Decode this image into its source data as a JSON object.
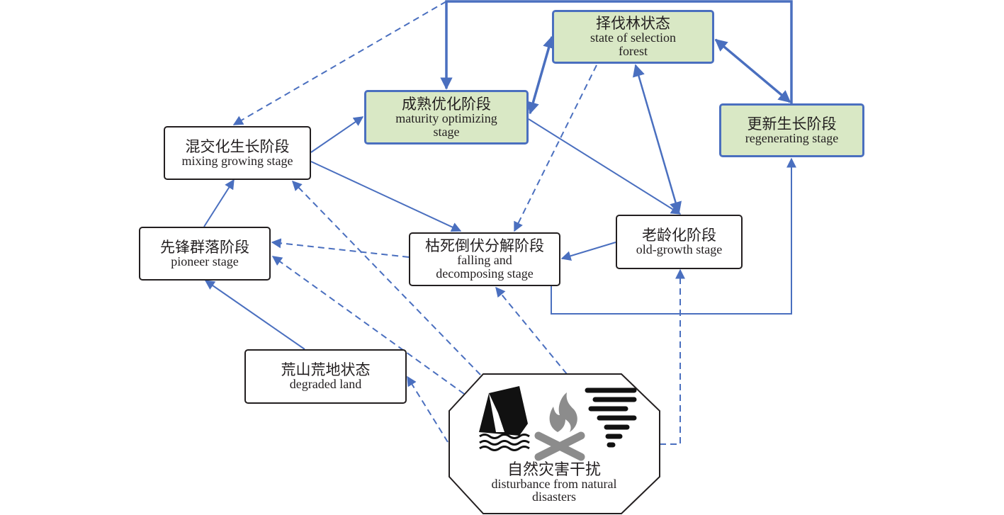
{
  "diagram": {
    "title": "Forest succession stages under natural disturbance",
    "nodes": {
      "selection": {
        "zh": "择伐林状态",
        "en": "state of selection forest",
        "en_lines": [
          "state of selection",
          "forest"
        ],
        "style": "highlighted"
      },
      "maturity": {
        "zh": "成熟优化阶段",
        "en": "maturity optimizing stage",
        "en_lines": [
          "maturity optimizing",
          "stage"
        ],
        "style": "highlighted"
      },
      "regen": {
        "zh": "更新生长阶段",
        "en": "regenerating stage",
        "en_lines": [
          "regenerating stage"
        ],
        "style": "highlighted"
      },
      "mixing": {
        "zh": "混交化生长阶段",
        "en": "mixing growing stage",
        "en_lines": [
          "mixing growing stage"
        ],
        "style": "normal"
      },
      "pioneer": {
        "zh": "先锋群落阶段",
        "en": "pioneer stage",
        "en_lines": [
          "pioneer stage"
        ],
        "style": "normal"
      },
      "falling": {
        "zh": "枯死倒伏分解阶段",
        "en": "falling and decomposing stage",
        "en_lines": [
          "falling and",
          "decomposing stage"
        ],
        "style": "normal"
      },
      "oldgrowth": {
        "zh": "老龄化阶段",
        "en": "old-growth stage",
        "en_lines": [
          "old-growth stage"
        ],
        "style": "normal"
      },
      "degraded": {
        "zh": "荒山荒地状态",
        "en": "degraded land",
        "en_lines": [
          "degraded land"
        ],
        "style": "normal"
      },
      "disaster": {
        "zh": "自然灾害干扰",
        "en": "disturbance from natural disasters",
        "en_lines": [
          "disturbance from natural",
          "disasters"
        ],
        "style": "octagon",
        "icons": [
          "flood-house-icon",
          "fire-icon",
          "tornado-icon"
        ]
      }
    },
    "edges": [
      {
        "from": "degraded",
        "to": "pioneer",
        "type": "solid"
      },
      {
        "from": "pioneer",
        "to": "mixing",
        "type": "solid"
      },
      {
        "from": "mixing",
        "to": "maturity",
        "type": "solid"
      },
      {
        "from": "mixing",
        "to": "falling",
        "type": "solid"
      },
      {
        "from": "maturity",
        "to": "selection",
        "type": "bidirectional-thick"
      },
      {
        "from": "maturity",
        "to": "oldgrowth",
        "type": "solid"
      },
      {
        "from": "selection",
        "to": "oldgrowth",
        "type": "bidirectional"
      },
      {
        "from": "selection",
        "to": "regen",
        "type": "bidirectional-thick"
      },
      {
        "from": "regen",
        "to": "maturity",
        "type": "thick"
      },
      {
        "from": "oldgrowth",
        "to": "falling",
        "type": "solid"
      },
      {
        "from": "falling",
        "to": "regen",
        "type": "solid"
      },
      {
        "from": "falling",
        "to": "pioneer",
        "type": "dashed"
      },
      {
        "from": "selection",
        "to": "falling",
        "type": "dashed"
      },
      {
        "from": "disaster",
        "to": "mixing",
        "type": "dashed"
      },
      {
        "from": "disaster",
        "to": "pioneer",
        "type": "dashed"
      },
      {
        "from": "disaster",
        "to": "falling",
        "type": "dashed"
      },
      {
        "from": "disaster",
        "to": "degraded",
        "type": "dashed"
      },
      {
        "from": "disaster",
        "to": "oldgrowth",
        "type": "dashed"
      },
      {
        "from": "disaster",
        "to": "mixing",
        "type": "dashed",
        "via": "top-left"
      }
    ],
    "colors": {
      "edge": "#4a6fbf",
      "highlight_fill": "#d9e8c5",
      "node_border": "#231f20",
      "icon_dark": "#111111",
      "icon_gray": "#8c8c8c"
    }
  }
}
